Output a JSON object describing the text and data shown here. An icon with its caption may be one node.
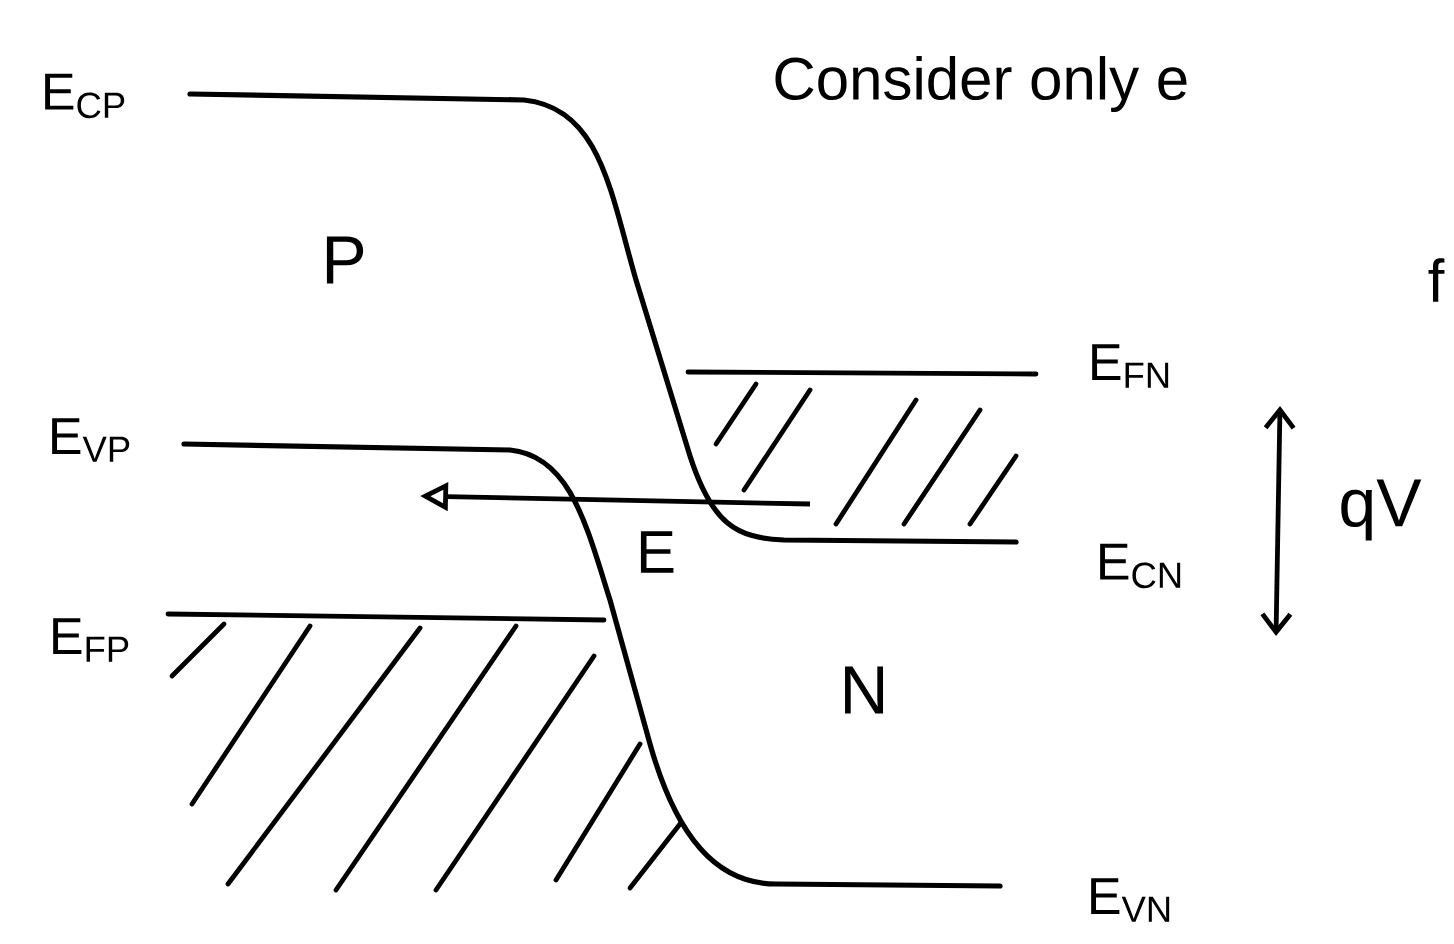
{
  "diagram": {
    "labels": [
      "E$_{CP}$",
      "Consider only e",
      "P",
      "f",
      "E$_{FN}$",
      "E$_{VP}$",
      "qV",
      "E",
      "E$_{CN}$",
      "E$_{FP}$",
      "N",
      "E$_{VN}$"
    ]
  }
}
